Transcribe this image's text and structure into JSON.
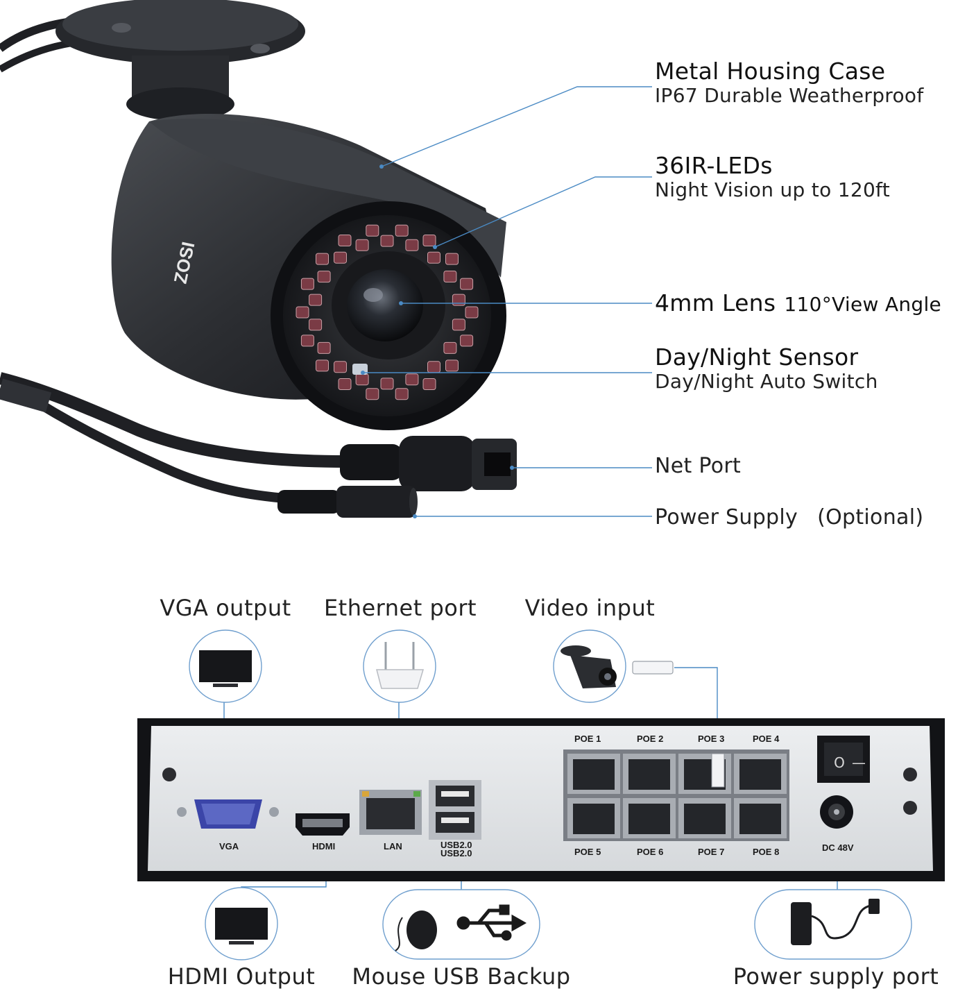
{
  "camera_specs": {
    "housing": {
      "title": "Metal Housing Case",
      "subtitle": "IP67 Durable Weatherproof"
    },
    "ir": {
      "title": "36IR-LEDs",
      "subtitle": "Night Vision up to 120ft"
    },
    "lens": {
      "title": "4mm Lens",
      "detail": "110°View Angle"
    },
    "sensor": {
      "title": "Day/Night Sensor",
      "subtitle": "Day/Night Auto Switch"
    },
    "net_port": "Net Port",
    "power": {
      "label": "Power Supply",
      "note": "(Optional)"
    }
  },
  "brand_logo": "ZOSI",
  "nvr": {
    "captions": {
      "vga_output": "VGA output",
      "ethernet_port": "Ethernet port",
      "video_input": "Video input",
      "hdmi_output": "HDMI Output",
      "mouse_usb_backup": "Mouse USB Backup",
      "power_supply_port": "Power supply port"
    },
    "port_labels": {
      "vga": "VGA",
      "hdmi": "HDMI",
      "lan": "LAN",
      "usb_top": "USB2.0",
      "usb_bottom": "USB2.0",
      "poe_top": [
        "POE 1",
        "POE 2",
        "POE 3",
        "POE 4"
      ],
      "poe_bottom": [
        "POE 5",
        "POE 6",
        "POE 7",
        "POE 8"
      ],
      "dc": "DC 48V"
    },
    "switch_symbols": {
      "on": "O",
      "off": "—"
    }
  },
  "colors": {
    "callout_line": "#4a8ac4",
    "housing": "#2b2d31",
    "panel": "#e4e6e9",
    "ir_led": "#7a3b45",
    "vga_blue": "#3b45a8"
  }
}
